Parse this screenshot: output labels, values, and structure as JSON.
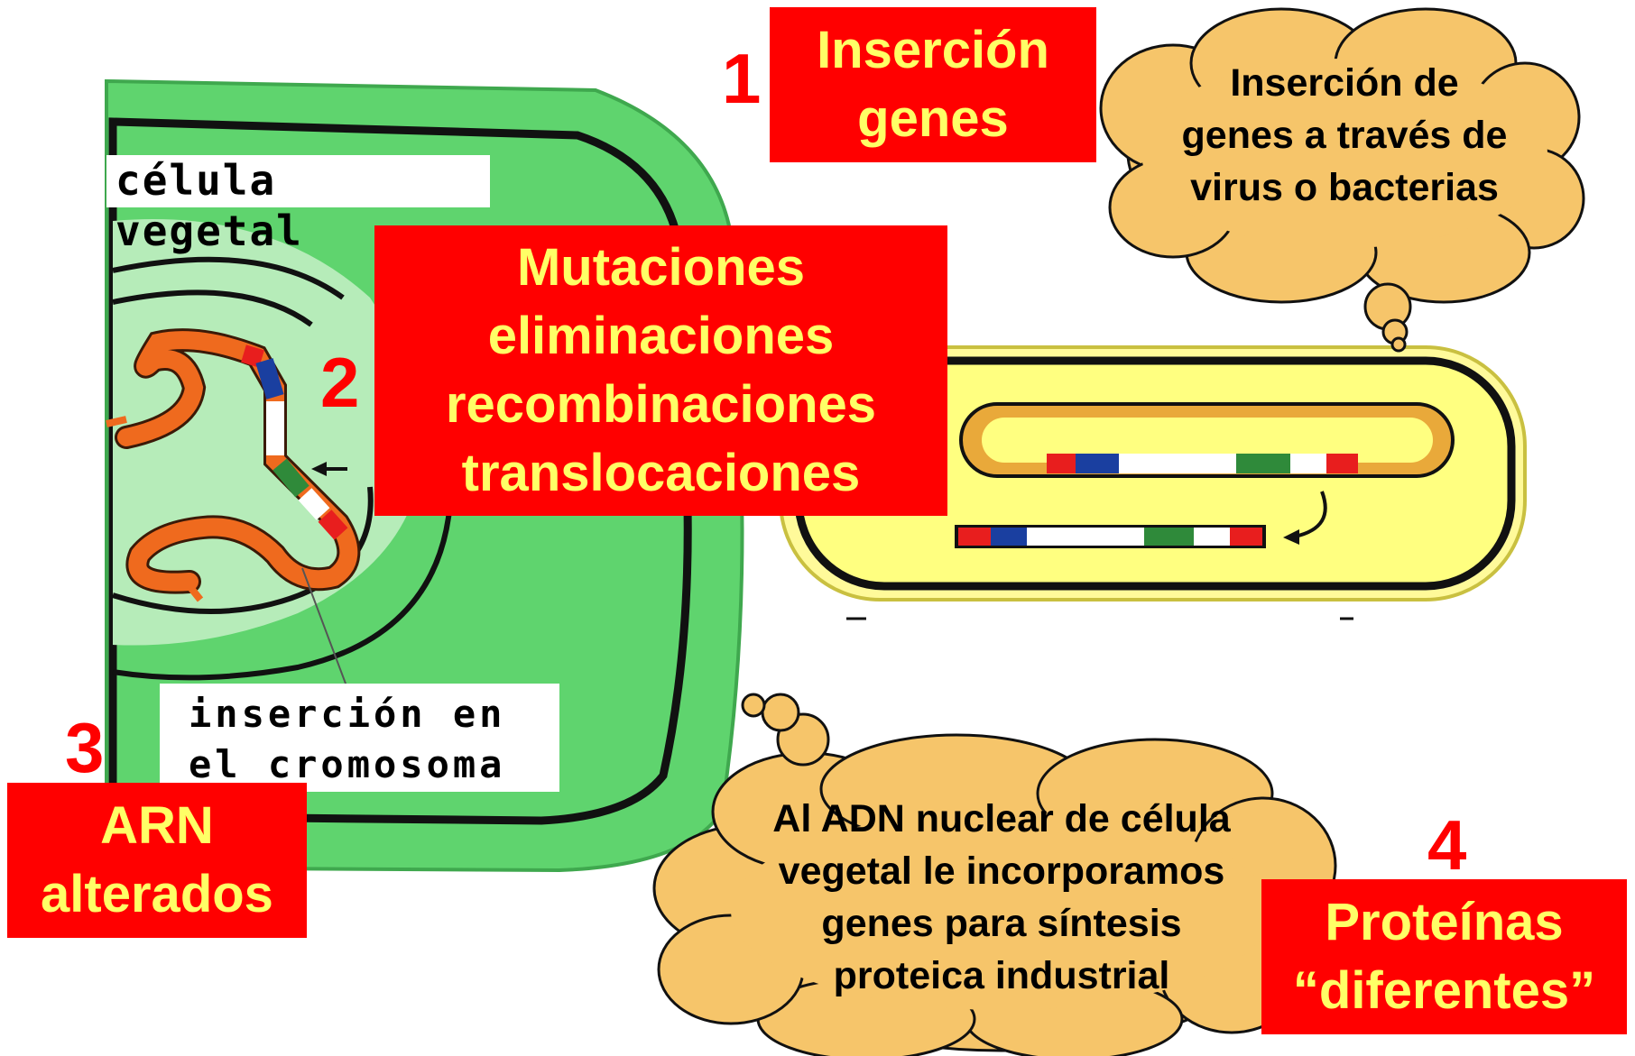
{
  "labels": {
    "cell": "célula vegetal",
    "chromosome": "inserción en\nel cromosoma"
  },
  "steps": [
    {
      "number": "1",
      "text": "Inserción\ngenes"
    },
    {
      "number": "2",
      "text": "Mutaciones\neliminaciones\nrecombinaciones\ntranslocaciones"
    },
    {
      "number": "3",
      "text": "ARN\nalterados"
    },
    {
      "number": "4",
      "text": "Proteínas\n“diferentes”"
    }
  ],
  "clouds": {
    "top": "Inserción de\ngenes a través de\nvirus o bacterias",
    "bottom": "Al ADN nuclear de célula\nvegetal le incorporamos\ngenes para síntesis\nproteica industrial"
  },
  "colors": {
    "box_fill": "#ff0000",
    "box_text": "#ffff66",
    "number": "#ff0000",
    "cell_green": "#5fd46e",
    "cell_light": "#b6ecb9",
    "bacterium": "#ffff80",
    "cloud": "#f6c56a",
    "chromosome": "#ef6a1e"
  }
}
